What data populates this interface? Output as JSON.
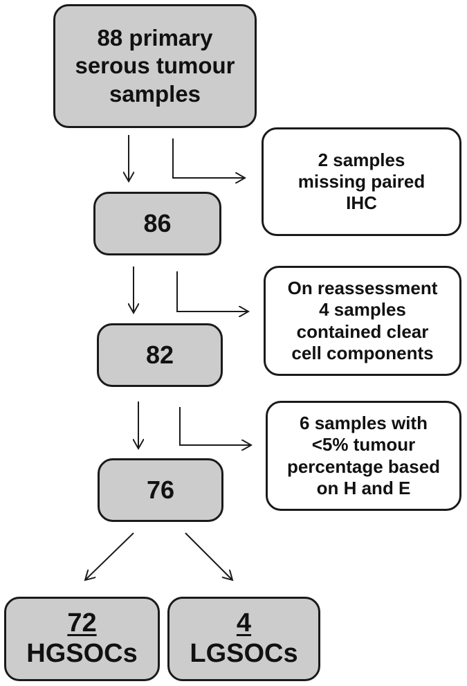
{
  "nodes": {
    "start": {
      "lines": [
        "88 primary",
        "serous tumour",
        "samples"
      ]
    },
    "excl1": {
      "lines": [
        "2 samples",
        "missing paired",
        "IHC"
      ]
    },
    "n86": {
      "text": "86"
    },
    "excl2": {
      "lines": [
        "On reassessment",
        "4 samples",
        "contained clear",
        "cell components"
      ]
    },
    "n82": {
      "text": "82"
    },
    "excl3": {
      "lines": [
        "6 samples with",
        "<5% tumour",
        "percentage based",
        "on H and E"
      ]
    },
    "n76": {
      "text": "76"
    },
    "hgsoc": {
      "count": "72",
      "label": "HGSOCs"
    },
    "lgsoc": {
      "count": "4",
      "label": "LGSOCs"
    }
  }
}
